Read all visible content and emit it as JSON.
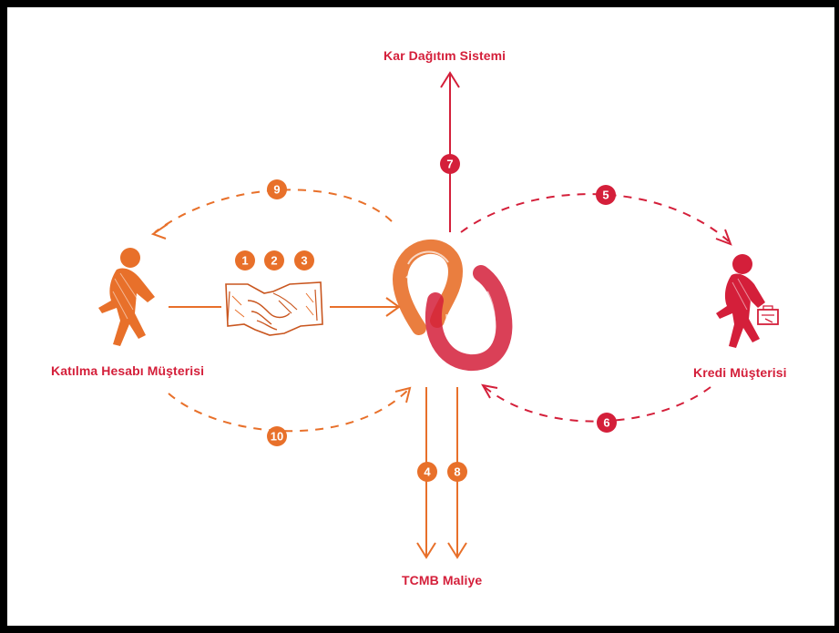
{
  "nodes": {
    "top": "Kar  Dağıtım Sistemi",
    "left": "Katılma  Hesabı Müşterisi",
    "right": "Kredi Müşterisi",
    "bottom": "TCMB Maliye"
  },
  "steps": [
    "1",
    "2",
    "3",
    "4",
    "5",
    "6",
    "7",
    "8",
    "9",
    "10"
  ],
  "colors": {
    "orange": "#e8702a",
    "red": "#d41f3a",
    "frame": "#000000"
  },
  "icons": {
    "left": "running-person-icon",
    "right": "businessman-briefcase-icon",
    "center": "handshake-icon",
    "hub": "bank-logo-icon"
  }
}
